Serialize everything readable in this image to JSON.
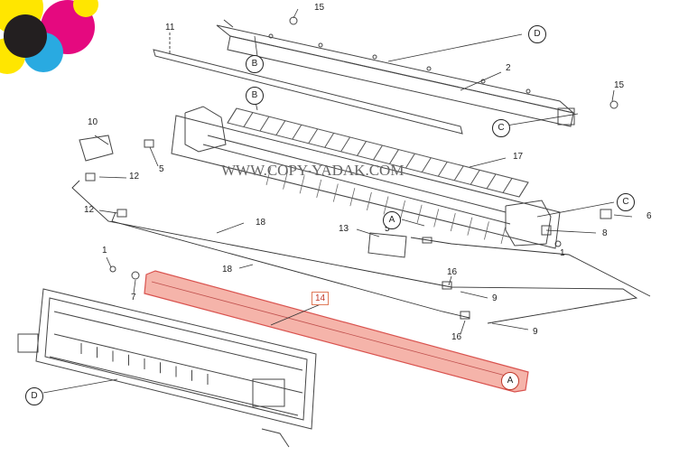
{
  "watermark": "WWW.COPY-YADAK.COM",
  "colors": {
    "highlight_fill": "#f3a79b",
    "highlight_stroke": "#d9534f",
    "callout_14": "#c0392b",
    "logo_cyan": "#29aae1",
    "logo_magenta": "#e5097f",
    "logo_yellow": "#ffe600",
    "logo_black": "#231f20"
  },
  "callouts": {
    "n15_top": "15",
    "n11": "11",
    "n2": "2",
    "n15_right": "15",
    "n10": "10",
    "n5_left": "5",
    "n12_upper": "12",
    "n17": "17",
    "n12_lower": "12",
    "n18_upper": "18",
    "n13": "13",
    "n5_mid": "5",
    "n6": "6",
    "n8": "8",
    "n1_right": "1",
    "n1_left": "1",
    "n7": "7",
    "n18_lower": "18",
    "n16_upper": "16",
    "n9_upper": "9",
    "n14": "14",
    "n16_lower": "16",
    "n9_lower": "9"
  },
  "refs": {
    "D_top": "D",
    "B_top": "B",
    "B_mid": "B",
    "C_right1": "C",
    "C_right2": "C",
    "A_mid": "A",
    "A_bar": "A",
    "D_bottom": "D"
  }
}
